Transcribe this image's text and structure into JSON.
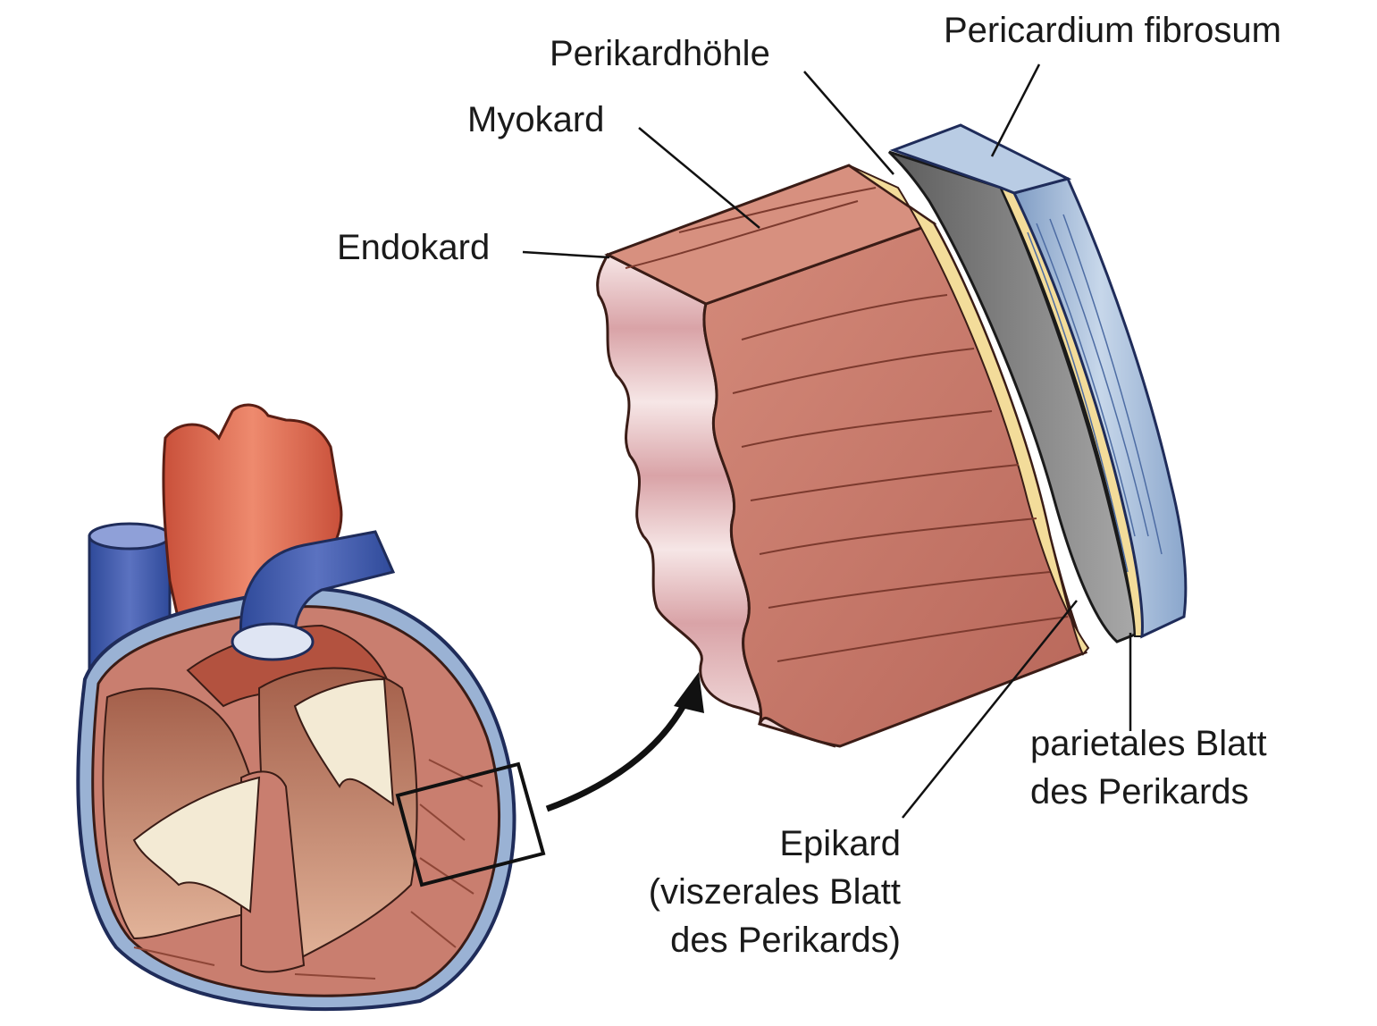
{
  "labels": {
    "pericardium_fibrosum": "Pericardium fibrosum",
    "perikardhoehle": "Perikardhöhle",
    "myokard": "Myokard",
    "endokard": "Endokard",
    "parietales_line1": "parietales Blatt",
    "parietales_line2": "des Perikards",
    "epikard_line1": "Epikard",
    "epikard_line2": "(viszerales Blatt",
    "epikard_line3": "des Perikards)"
  },
  "colors": {
    "myocardium": "#c8776a",
    "myocardium_top": "#cf8474",
    "endocardium": "#f1dcdc",
    "epicardium": "#f3dc9a",
    "pericardial_cavity": "#7e7e7e",
    "fibrous_pericardium": "#9fb8d6",
    "vein_blue": "#3f57a8",
    "aorta_red": "#d9604a",
    "outline": "#2a1a18"
  }
}
